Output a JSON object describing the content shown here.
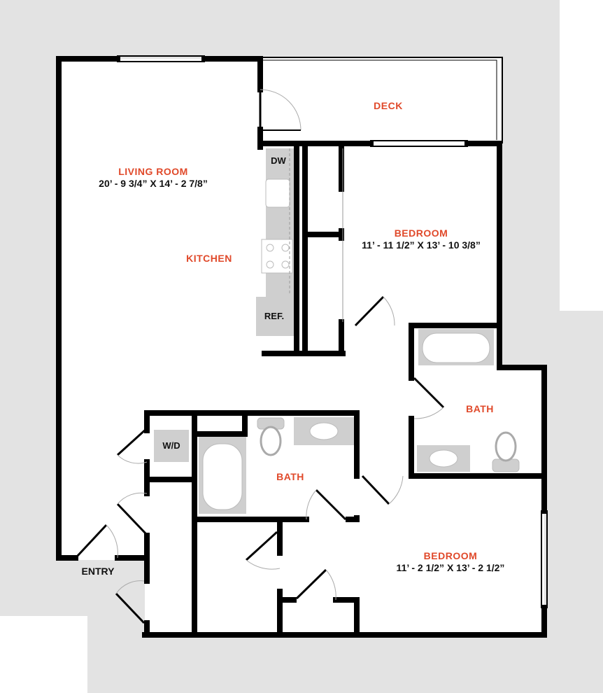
{
  "colors": {
    "accent": "#e0492a",
    "wall": "#000000",
    "fixture": "#cccccc",
    "background": "#e3e3e3"
  },
  "rooms": {
    "living": {
      "name": "LIVING ROOM",
      "dims": "20’ - 9 3/4” X 14’ - 2 7/8”"
    },
    "kitchen": {
      "name": "KITCHEN"
    },
    "deck": {
      "name": "DECK"
    },
    "bedroom1": {
      "name": "BEDROOM",
      "dims": "11’ - 11 1/2” X 13’ - 10 3/8”"
    },
    "bath1": {
      "name": "BATH"
    },
    "bath2": {
      "name": "BATH"
    },
    "bedroom2": {
      "name": "BEDROOM",
      "dims": "11’ - 2 1/2” X 13’ - 2 1/2”"
    },
    "entry": {
      "name": "ENTRY"
    }
  },
  "fixtures": {
    "dw": "DW",
    "ref": "REF.",
    "wd": "W/D"
  }
}
